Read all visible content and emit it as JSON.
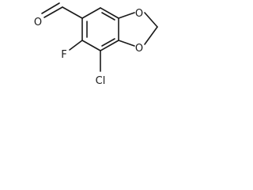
{
  "molecule": {
    "atoms": {
      "O_aldehyde": "O",
      "F": "F",
      "Cl": "Cl",
      "O_ring_top": "O",
      "O_ring_bottom": "O"
    }
  }
}
